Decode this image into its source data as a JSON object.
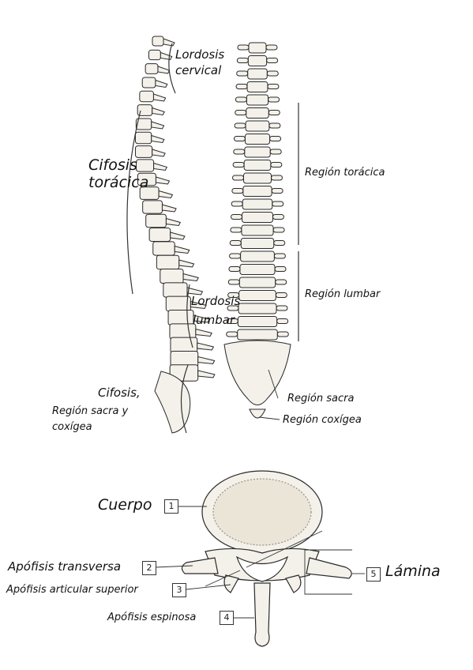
{
  "spine": {
    "lordosis_cervical": [
      "Lordosis",
      "cervical"
    ],
    "cifosis_toracica": [
      "Cifosis",
      "torácica"
    ],
    "lordosis_lumbar": [
      "Lordosis",
      "lumbar"
    ],
    "cifosis_sacra": [
      "Cifosis,",
      "Región sacra y",
      "coxígea"
    ],
    "region_toracica": "Región torácica",
    "region_lumbar": "Región lumbar",
    "region_sacra": "Región sacra",
    "region_coxigea": "Región coxígea"
  },
  "vertebra": {
    "parts": [
      {
        "num": "1",
        "label": "Cuerpo"
      },
      {
        "num": "2",
        "label": "Apófisis transversa"
      },
      {
        "num": "3",
        "label": "Apófisis articular superior"
      },
      {
        "num": "4",
        "label": "Apófisis espinosa"
      },
      {
        "num": "5",
        "label": "Lámina"
      }
    ]
  },
  "colors": {
    "ink": "#1a1a1a",
    "bone": "#f4f1ea",
    "shade": "#8a8478"
  }
}
